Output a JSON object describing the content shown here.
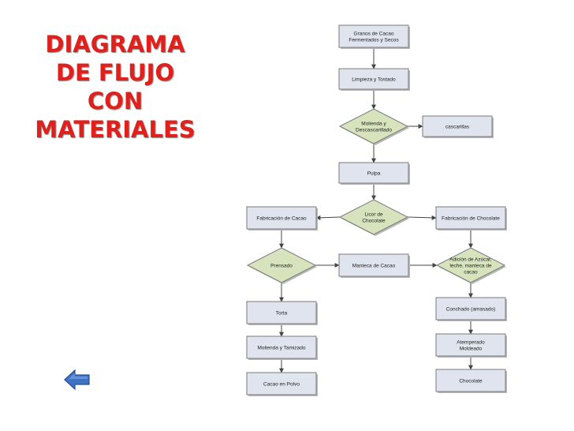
{
  "title": {
    "lines": [
      "DIAGRAMA",
      "DE FLUJO",
      "CON",
      "MATERIALES"
    ]
  },
  "nodes": {
    "granos": [
      "Granos de Cacao",
      "Fermentados y Secos"
    ],
    "limpieza": [
      "Limpieza y Tostado"
    ],
    "molienda_desc": [
      "Molienda y",
      "Descascarillado"
    ],
    "cascarillas": [
      "cascarillas"
    ],
    "pulpa": [
      "Pulpa"
    ],
    "licor": [
      "Licor de",
      "Chocolate"
    ],
    "fab_cacao": [
      "Fabricación de Cacao"
    ],
    "fab_choc": [
      "Fabricación de Chocolate"
    ],
    "prensado": [
      "Prensado"
    ],
    "manteca": [
      "Manteca de Cacao"
    ],
    "adicion": [
      "Adición de Azúcar,",
      "leche, manteca de",
      "cacao"
    ],
    "torta": [
      "Torta"
    ],
    "conchado": [
      "Conchado (amasado)"
    ],
    "molienda_tam": [
      "Molienda y Tamizado"
    ],
    "atemperado": [
      "Atemperado",
      "Moldeado"
    ],
    "cacao_polvo": [
      "Cacao en Polvo"
    ],
    "chocolate": [
      "Chocolate"
    ]
  },
  "colors": {
    "title": "#e0201c",
    "rect_fill": "#dfe4ee",
    "diamond_fill": "#d7e3bd",
    "back_button": "#3f74c4"
  },
  "icons": {
    "back": "arrow-left-icon"
  }
}
